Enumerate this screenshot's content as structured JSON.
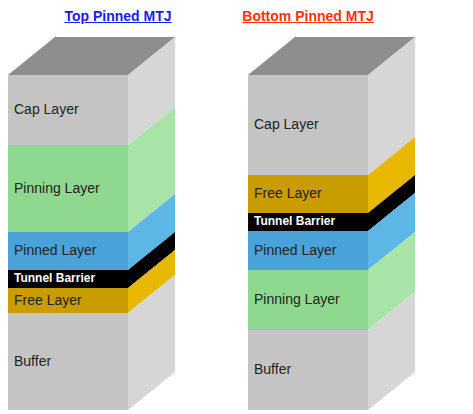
{
  "diagram": {
    "nodes": [
      {
        "text": [
          "Cap Layer"
        ]
      },
      {
        "text": [
          "Pinning Layer"
        ]
      },
      {
        "text": [
          "Pinned Layer"
        ]
      },
      {
        "text": [
          "Tunnel Barrier"
        ]
      },
      {
        "text": [
          "Free Layer"
        ]
      },
      {
        "text": [
          "Buffer"
        ]
      },
      {
        "text": [
          "Cap Layer"
        ]
      },
      {
        "text": [
          "Free Layer"
        ]
      },
      {
        "text": [
          "Tunnel Barrier"
        ]
      },
      {
        "text": [
          "Pinned Layer"
        ]
      },
      {
        "text": [
          "Pinning Layer"
        ]
      },
      {
        "text": [
          "Buffer"
        ]
      }
    ],
    "labels": [
      "Top Pinned MTJ",
      "Bottom Pinned MTJ"
    ]
  }
}
